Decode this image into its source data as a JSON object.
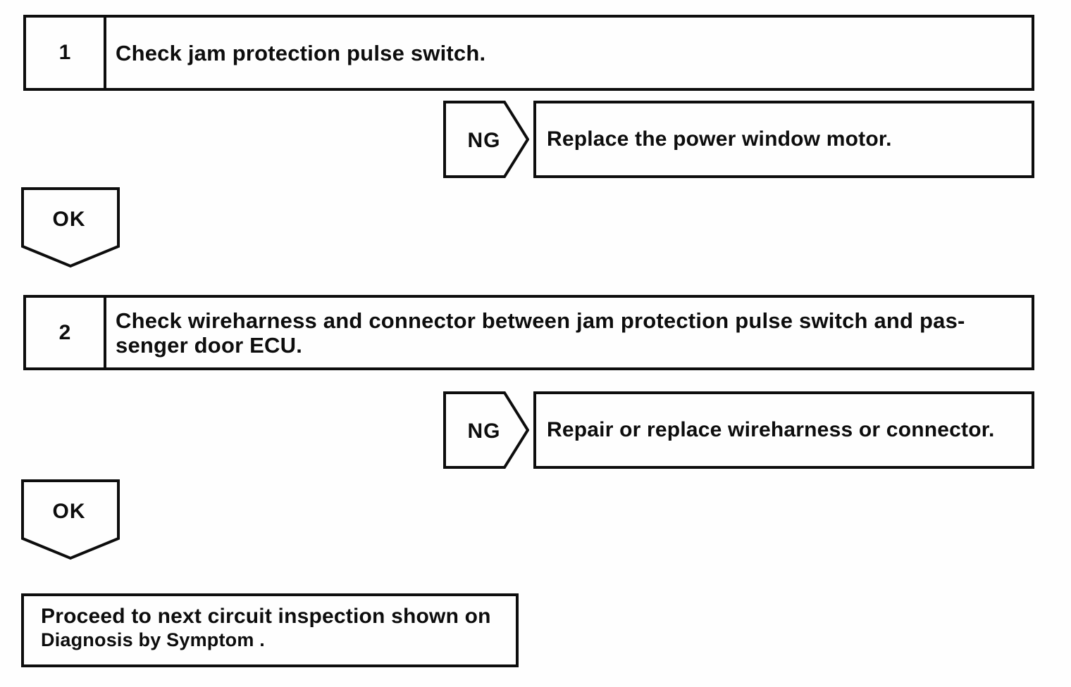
{
  "colors": {
    "ink": "#0d0d0d",
    "paper": "#fefefe"
  },
  "flowchart": {
    "steps": [
      {
        "number": "1",
        "instruction_lines": [
          "Check jam protection pulse switch."
        ],
        "ng": {
          "label": "NG",
          "action": "Replace the power window motor."
        },
        "ok": {
          "label": "OK"
        }
      },
      {
        "number": "2",
        "instruction_lines": [
          "Check wireharness and connector between jam protection pulse switch and pas-",
          "senger door ECU."
        ],
        "ng": {
          "label": "NG",
          "action": "Repair or replace wireharness or connector."
        },
        "ok": {
          "label": "OK"
        }
      }
    ],
    "terminal": {
      "lines": [
        "Proceed to next circuit inspection shown on",
        "Diagnosis by Symptom ."
      ]
    }
  }
}
